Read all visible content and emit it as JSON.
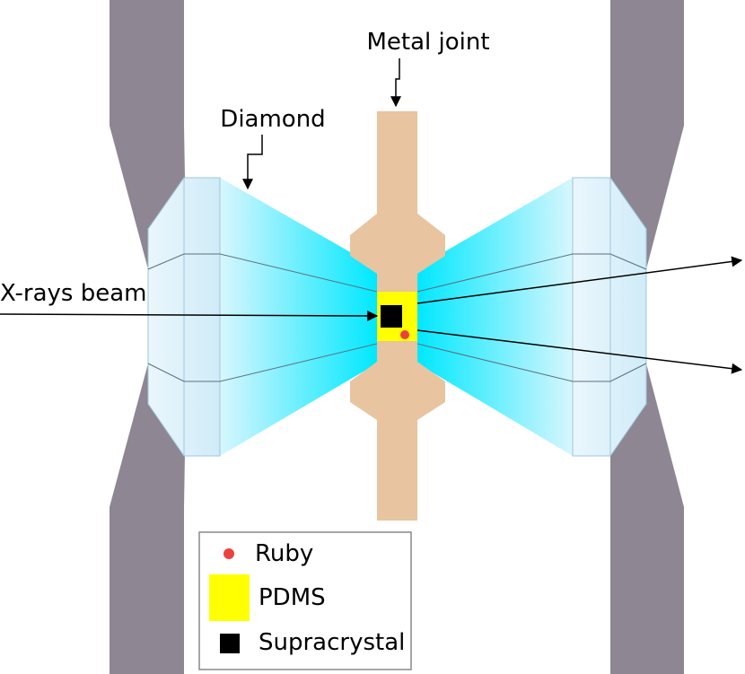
{
  "labels": {
    "metal_joint": "Metal joint",
    "diamond": "Diamond",
    "xray": "X-rays beam"
  },
  "legend": {
    "ruby": "Ruby",
    "pdms": "PDMS",
    "supracrystal": "Supracrystal"
  },
  "colors": {
    "anvil_seat": "#8e8693",
    "diamond_light": "#e6f3fb",
    "diamond_cone": "#00e5ff",
    "metal_joint": "#e8c4a0",
    "pdms": "#ffff00",
    "ruby": "#ef4040",
    "supracrystal": "#000000"
  }
}
